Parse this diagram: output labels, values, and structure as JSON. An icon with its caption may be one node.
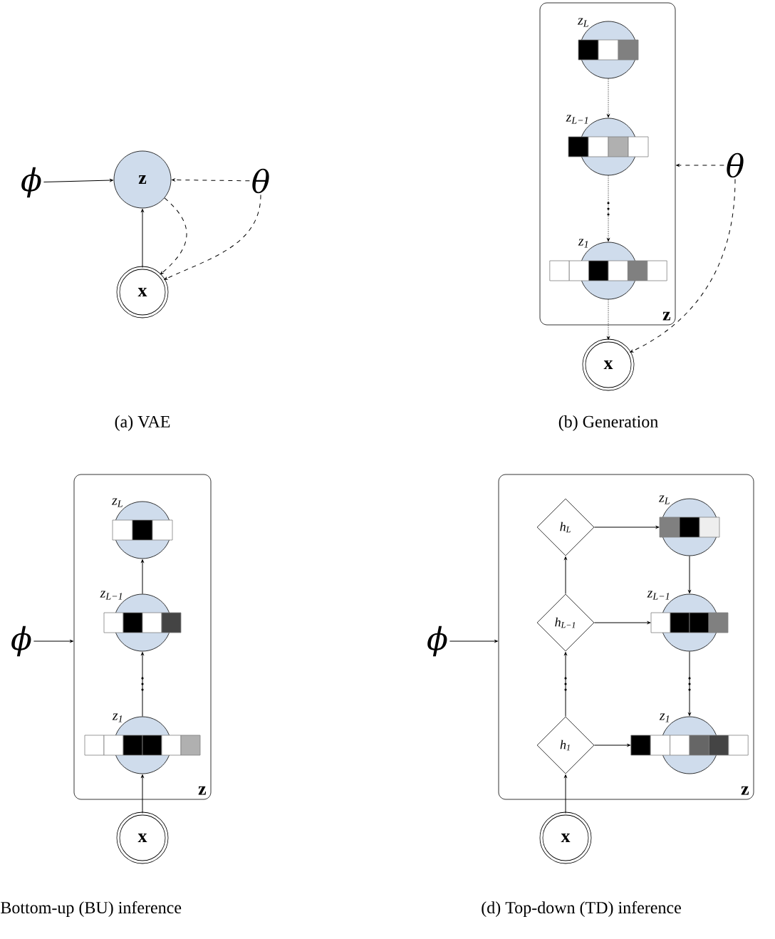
{
  "diagram": {
    "nodes": [
      {
        "text": [
          "ϕ"
        ]
      },
      {
        "text": [
          "z"
        ]
      },
      {
        "text": [
          "θ"
        ]
      },
      {
        "text": [
          "x"
        ]
      },
      {
        "text": [
          "z"
        ]
      },
      {
        "text": [
          "z$_{L}$"
        ],
        "in": 4
      },
      {
        "text": [
          "z$_{L−1}$"
        ],
        "in": 4
      },
      {
        "text": [
          "z$_{1}$"
        ],
        "in": 4
      },
      {
        "text": [
          "θ"
        ]
      },
      {
        "text": [
          "x"
        ]
      },
      {
        "text": [
          "ϕ"
        ]
      },
      {
        "text": [
          "z"
        ]
      },
      {
        "text": [
          "z$_{L}$"
        ],
        "in": 11
      },
      {
        "text": [
          "z$_{L−1}$"
        ],
        "in": 11
      },
      {
        "text": [
          "z$_{1}$"
        ],
        "in": 11
      },
      {
        "text": [
          "x"
        ]
      },
      {
        "text": [
          "ϕ"
        ]
      },
      {
        "text": [
          "z"
        ]
      },
      {
        "text": [
          "h$_{L}$"
        ],
        "in": 17
      },
      {
        "text": [
          "z$_{L}$"
        ],
        "in": 17
      },
      {
        "text": [
          "h$_{L−1}$"
        ],
        "in": 17
      },
      {
        "text": [
          "z$_{L−1}$"
        ],
        "in": 17
      },
      {
        "text": [
          "h$_{1}$"
        ],
        "in": 17
      },
      {
        "text": [
          "z$_{1}$"
        ],
        "in": 17
      },
      {
        "text": [
          "x"
        ]
      }
    ],
    "edges": [
      {
        "from": 0,
        "to": 1,
        "arrow": "to"
      },
      {
        "from": 3,
        "to": 1,
        "arrow": "to"
      },
      {
        "from": 2,
        "to": 1,
        "arrow": "to",
        "style": "dashed"
      },
      {
        "from": 1,
        "to": 3,
        "arrow": "to",
        "style": "dashed"
      },
      {
        "from": 2,
        "to": 3,
        "arrow": "to",
        "style": "dashed"
      },
      {
        "from": 5,
        "to": 6,
        "arrow": "to",
        "style": "dashed"
      },
      {
        "from": 6,
        "to": 7,
        "arrow": "to",
        "style": "dashed"
      },
      {
        "from": 7,
        "to": 9,
        "arrow": "to",
        "style": "dashed"
      },
      {
        "from": 8,
        "to": 4,
        "arrow": "to",
        "style": "dashed"
      },
      {
        "from": 8,
        "to": 9,
        "arrow": "to",
        "style": "dashed"
      },
      {
        "from": 10,
        "to": 11,
        "arrow": "to"
      },
      {
        "from": 15,
        "to": 14,
        "arrow": "to"
      },
      {
        "from": 14,
        "to": 13,
        "arrow": "to"
      },
      {
        "from": 13,
        "to": 12,
        "arrow": "to"
      },
      {
        "from": 16,
        "to": 17,
        "arrow": "to"
      },
      {
        "from": 24,
        "to": 22,
        "arrow": "to"
      },
      {
        "from": 22,
        "to": 20,
        "arrow": "to"
      },
      {
        "from": 20,
        "to": 18,
        "arrow": "to"
      },
      {
        "from": 18,
        "to": 19,
        "arrow": "to"
      },
      {
        "from": 20,
        "to": 21,
        "arrow": "to"
      },
      {
        "from": 22,
        "to": 23,
        "arrow": "to"
      },
      {
        "from": 19,
        "to": 21,
        "arrow": "to"
      },
      {
        "from": 21,
        "to": 23,
        "arrow": "to"
      }
    ],
    "labels": [
      "(a) VAE",
      "(b) Generation",
      "Bottom-up (BU) inference",
      "(d) Top-down (TD) inference"
    ]
  }
}
